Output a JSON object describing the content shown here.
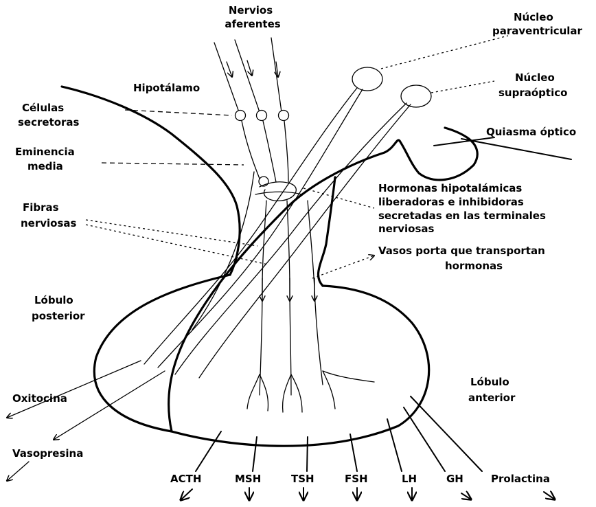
{
  "labels": {
    "nervios_1": "Nervios",
    "nervios_2": "aferentes",
    "paraventricular_1": "Núcleo",
    "paraventricular_2": "paraventricular",
    "supraoptico_1": "Núcleo",
    "supraoptico_2": "supraóptico",
    "hipotalamo": "Hipotálamo",
    "celulas_1": "Células",
    "celulas_2": "secretoras",
    "quiasma": "Quiasma óptico",
    "eminencia_1": "Eminencia",
    "eminencia_2": "media",
    "hormonas_1": "Hormonas hipotalámicas",
    "hormonas_2": "liberadoras e inhibidoras",
    "hormonas_3": "secretadas en las terminales",
    "hormonas_4": "nerviosas",
    "fibras_1": "Fibras",
    "fibras_2": "nerviosas",
    "vasos_1": "Vasos porta que transportan",
    "vasos_2": "hormonas",
    "lobulo_post_1": "Lóbulo",
    "lobulo_post_2": "posterior",
    "lobulo_ant_1": "Lóbulo",
    "lobulo_ant_2": "anterior",
    "oxitocina": "Oxitocina",
    "vasopresina": "Vasopresina"
  },
  "hormones": [
    "ACTH",
    "MSH",
    "TSH",
    "FSH",
    "LH",
    "GH",
    "Prolactina"
  ]
}
